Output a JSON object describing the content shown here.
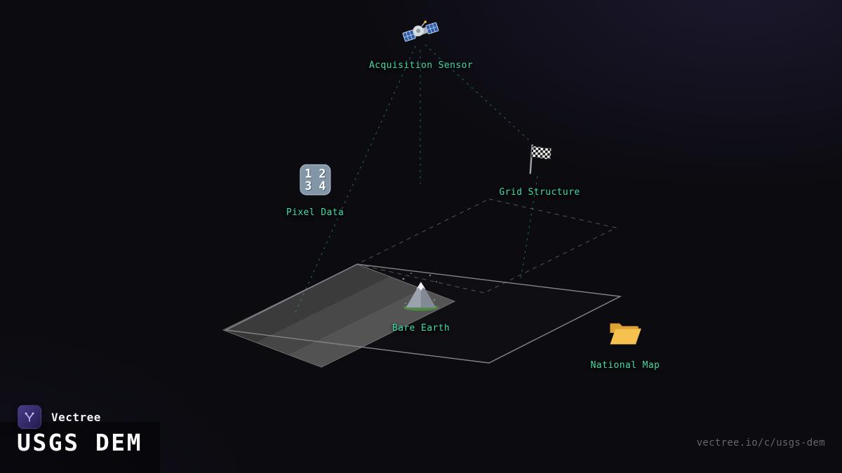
{
  "meta": {
    "title": "USGS DEM"
  },
  "brand": {
    "name": "Vectree",
    "logo_icon": "vectree-logo-icon"
  },
  "footer": {
    "url": "vectree.io/c/usgs-dem"
  },
  "colors": {
    "accent_label": "#41dca4",
    "background": "#0b0b10",
    "plane_outline": "#82878d",
    "terrain_fill_dark": "#383838",
    "terrain_fill_mid": "#464646",
    "terrain_fill_light": "#525252"
  },
  "nodes": [
    {
      "id": "acquisition-sensor",
      "label": "Acquisition Sensor",
      "icon": "satellite-icon"
    },
    {
      "id": "pixel-data",
      "label": "Pixel Data",
      "icon": "numeric-keypad-icon"
    },
    {
      "id": "grid-structure",
      "label": "Grid Structure",
      "icon": "checkered-flag-icon"
    },
    {
      "id": "bare-earth",
      "label": "Bare Earth",
      "icon": "mountain-icon"
    },
    {
      "id": "national-map",
      "label": "National Map",
      "icon": "open-folder-icon"
    }
  ],
  "keypad": {
    "row1": "1 2",
    "row2": "3 4"
  }
}
